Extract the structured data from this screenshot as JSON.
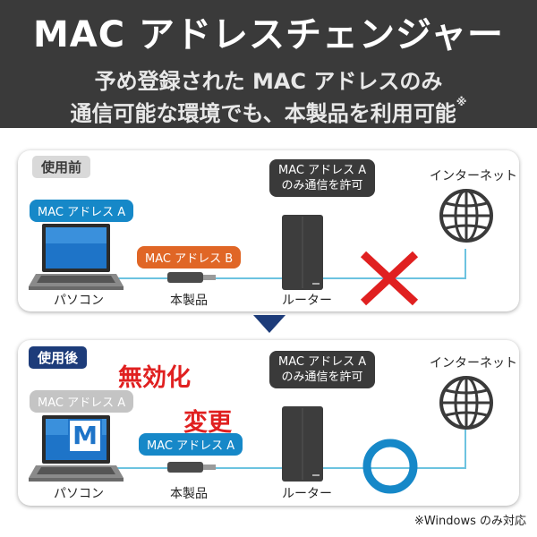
{
  "header": {
    "title": "MAC アドレスチェンジャー",
    "subtitle_line1": "予め登録された MAC アドレスのみ",
    "subtitle_line2": "通信可能な環境でも、本製品を利用可能",
    "subtitle_mark": "※"
  },
  "before": {
    "tag": "使用前",
    "pc_bubble": "MAC アドレス A",
    "device_bubble": "MAC アドレス B",
    "router_bubble_line1": "MAC アドレス A",
    "router_bubble_line2": "のみ通信を許可",
    "internet_label": "インターネット",
    "pc_label": "パソコン",
    "device_label": "本製品",
    "router_label": "ルーター"
  },
  "after": {
    "tag": "使用後",
    "pc_bubble": "MAC アドレス A",
    "disabled_stamp": "無効化",
    "changed_stamp": "変更",
    "pc_screen_letter": "M",
    "device_bubble": "MAC アドレス A",
    "router_bubble_line1": "MAC アドレス A",
    "router_bubble_line2": "のみ通信を許可",
    "internet_label": "インターネット",
    "pc_label": "パソコン",
    "device_label": "本製品",
    "router_label": "ルーター"
  },
  "footnote": "※Windows のみ対応",
  "colors": {
    "header_bg": "#3a3a3a",
    "accent_blue": "#1688c8",
    "accent_orange": "#e06626",
    "navy": "#1d3c7a",
    "cross_red": "#e02020",
    "line_cyan": "#6cc3e0"
  }
}
